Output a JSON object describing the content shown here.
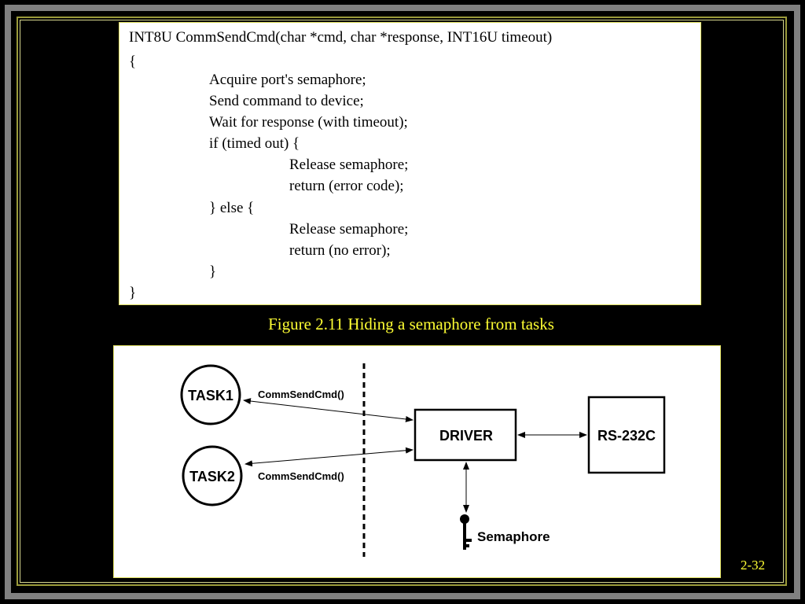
{
  "code": {
    "lines": [
      "INT8U CommSendCmd(char *cmd, char *response, INT16U timeout)",
      "{",
      "Acquire port's semaphore;",
      "Send command to device;",
      "Wait for response (with timeout);",
      "if (timed out) {",
      "Release semaphore;",
      "return (error code);",
      "} else {",
      "Release semaphore;",
      "return (no error);",
      "}",
      "}"
    ]
  },
  "caption": "Figure 2.11 Hiding a semaphore from tasks",
  "diagram": {
    "task1": "TASK1",
    "task2": "TASK2",
    "call1": "CommSendCmd()",
    "call2": "CommSendCmd()",
    "driver": "DRIVER",
    "rs232": "RS-232C",
    "semaphore": "Semaphore"
  },
  "page_number": "2-32",
  "colors": {
    "background": "#000000",
    "caption": "#ffff33",
    "frame_accent": "#9a9a3a"
  }
}
